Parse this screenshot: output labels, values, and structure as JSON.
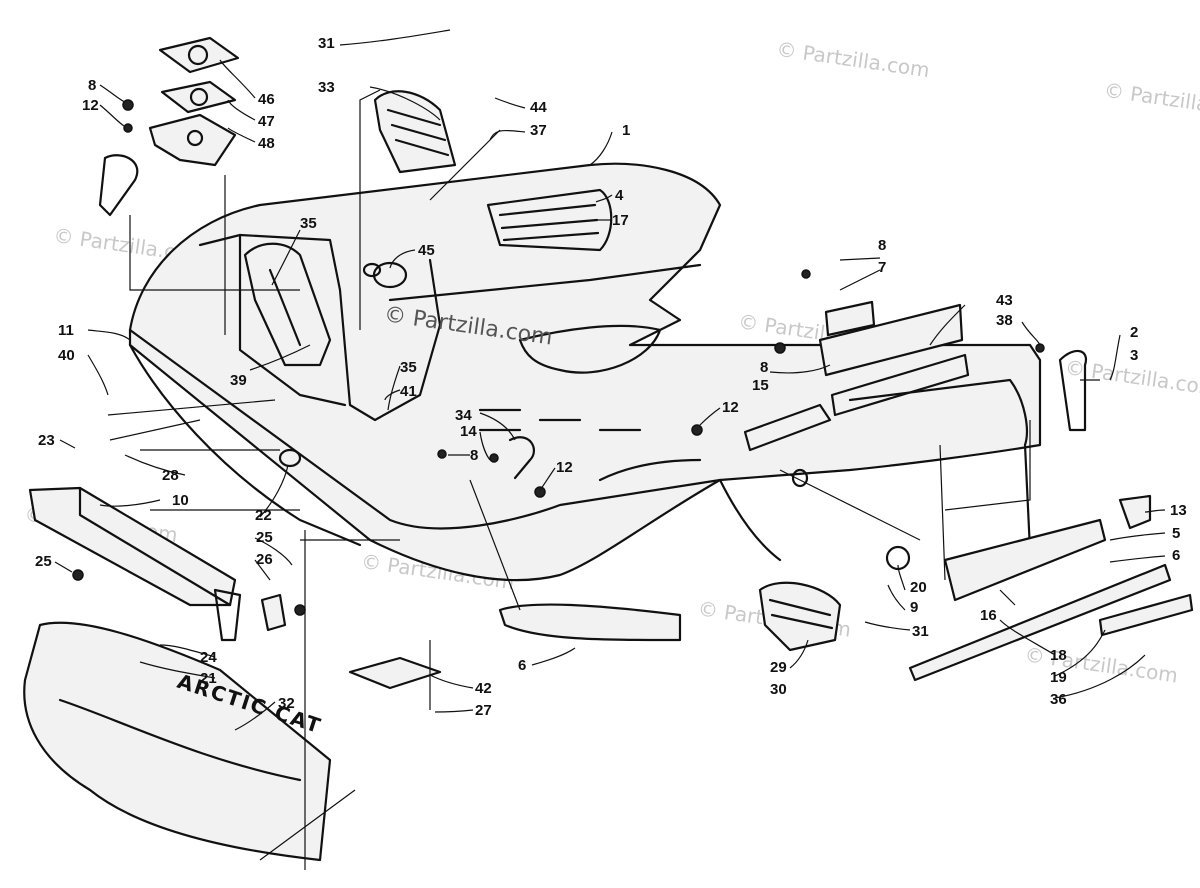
{
  "watermark": {
    "text": "© Partzilla.com",
    "center_text": "© Partzilla.com"
  },
  "brand_text": "ARCTIC CAT",
  "callouts": [
    "1",
    "2",
    "3",
    "4",
    "5",
    "6",
    "6",
    "7",
    "8",
    "8",
    "8",
    "8",
    "9",
    "10",
    "11",
    "12",
    "12",
    "12",
    "13",
    "14",
    "15",
    "16",
    "17",
    "18",
    "19",
    "20",
    "21",
    "22",
    "23",
    "24",
    "25",
    "25",
    "26",
    "27",
    "28",
    "29",
    "30",
    "31",
    "31",
    "32",
    "33",
    "34",
    "35",
    "35",
    "36",
    "37",
    "38",
    "39",
    "40",
    "41",
    "42",
    "43",
    "44",
    "45",
    "46",
    "47",
    "48"
  ]
}
